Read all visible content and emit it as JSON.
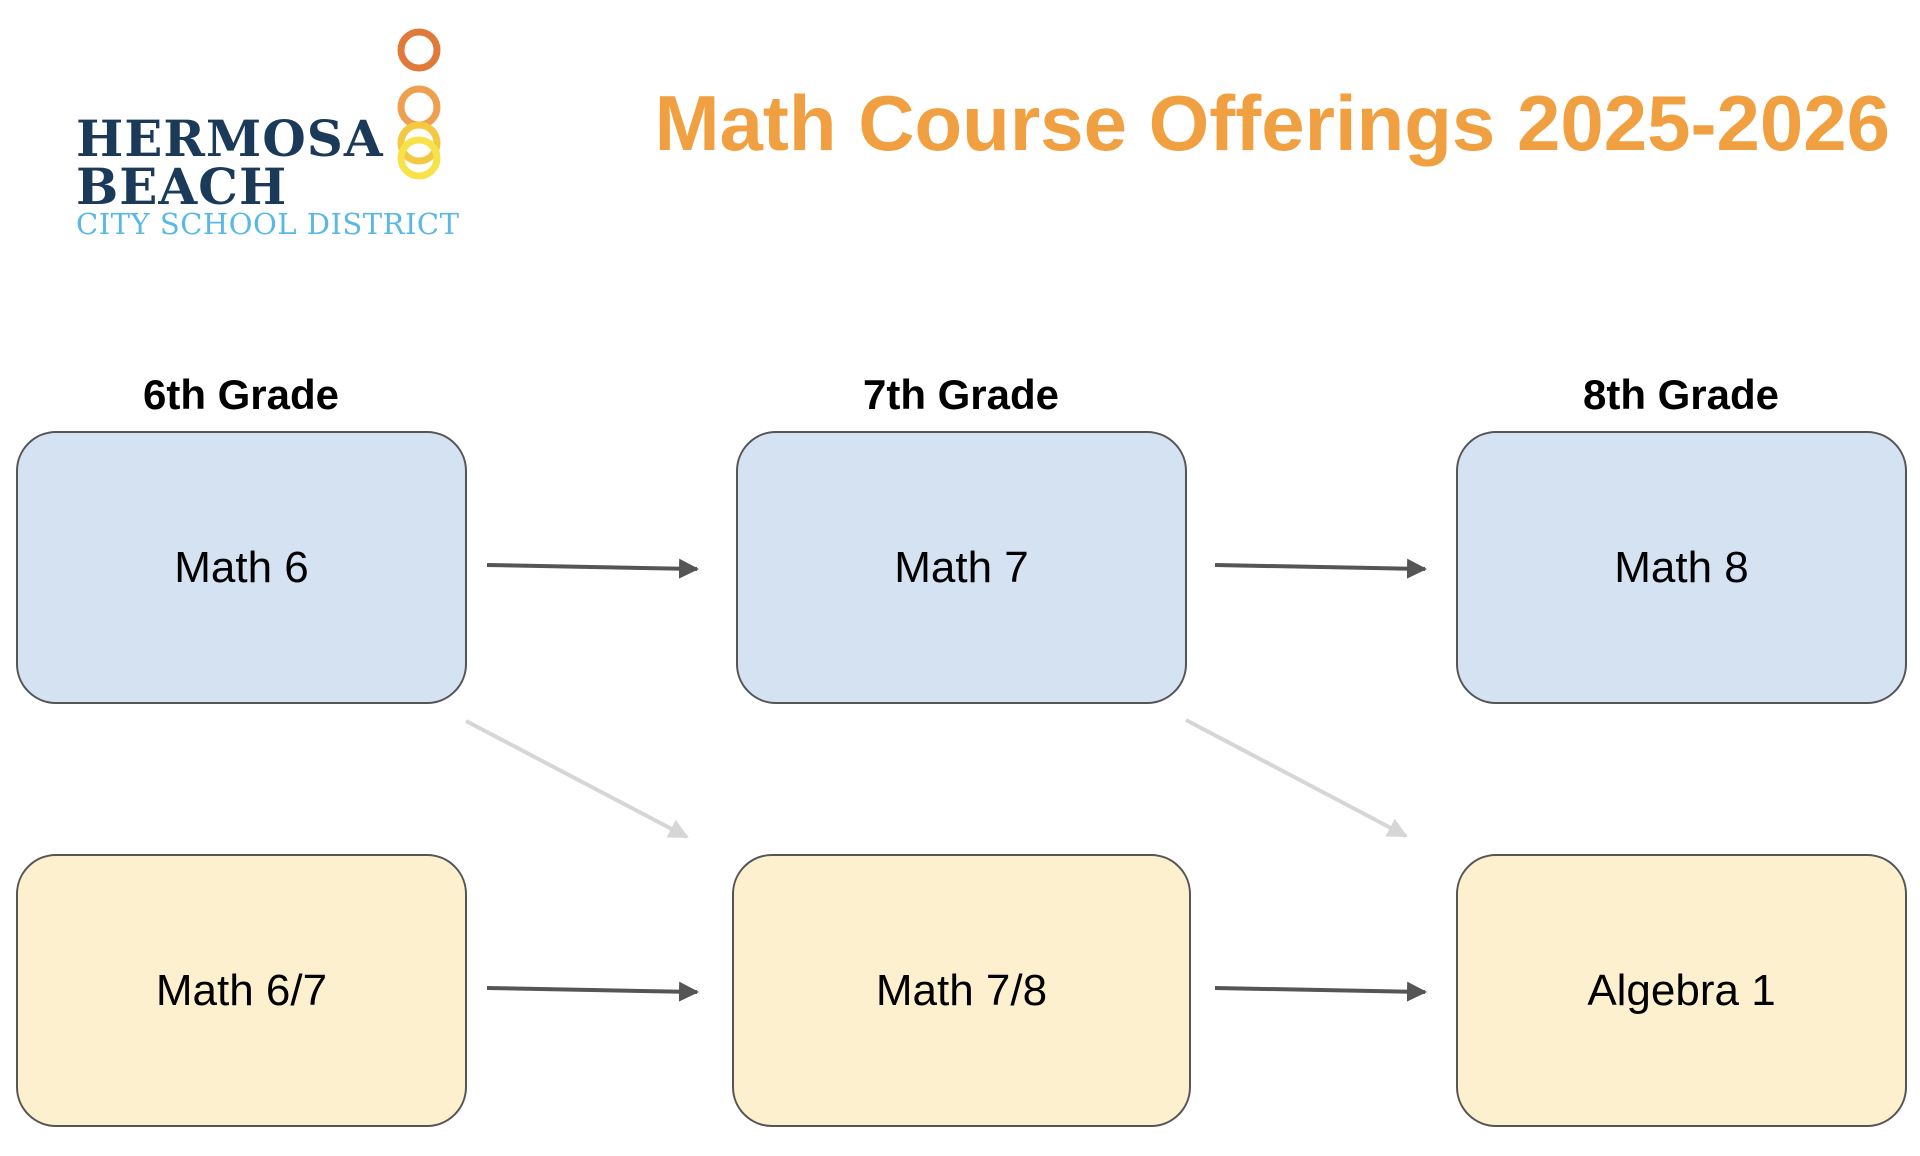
{
  "logo": {
    "line1": "HERMOSA",
    "line2": "BEACH",
    "line3": "CITY SCHOOL DISTRICT",
    "ring_colors": [
      "#e07a3a",
      "#eea050",
      "#f5c842",
      "#f7e24a"
    ]
  },
  "title": "Math Course Offerings 2025-2026",
  "colors": {
    "title": "#f0a040",
    "standard_box": "#d5e2f1",
    "accelerated_box": "#fcf0ce",
    "arrow_primary": "#555555",
    "arrow_secondary": "#d6d6d6"
  },
  "grades": [
    "6th Grade",
    "7th Grade",
    "8th Grade"
  ],
  "pathways": {
    "standard": [
      "Math 6",
      "Math 7",
      "Math 8"
    ],
    "accelerated": [
      "Math 6/7",
      "Math 7/8",
      "Algebra 1"
    ]
  },
  "connections": [
    {
      "from": "Math 6",
      "to": "Math 7"
    },
    {
      "from": "Math 7",
      "to": "Math 8"
    },
    {
      "from": "Math 6/7",
      "to": "Math 7/8"
    },
    {
      "from": "Math 7/8",
      "to": "Algebra 1"
    },
    {
      "from": "Math 6",
      "to": "Math 7/8"
    },
    {
      "from": "Math 7",
      "to": "Algebra 1"
    }
  ]
}
